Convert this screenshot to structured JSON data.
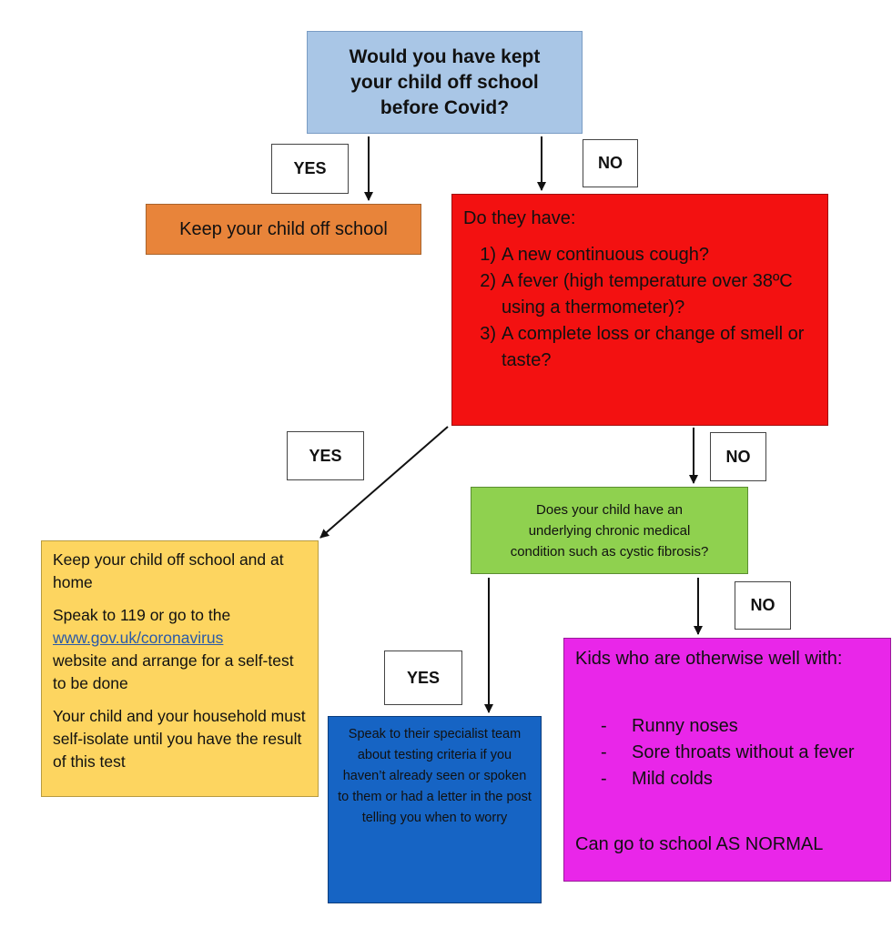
{
  "start": {
    "lines": [
      "Would you have kept",
      "your child off school",
      "before Covid?"
    ]
  },
  "keep_off": {
    "text": "Keep your child off school"
  },
  "symptoms": {
    "intro": "Do they have:",
    "items": [
      {
        "num": "1)",
        "text": "A new continuous cough?"
      },
      {
        "num": "2)",
        "text": "A fever (high temperature over 38ºC using a thermometer)?"
      },
      {
        "num": "3)",
        "text": "A complete loss or change of smell or taste?"
      }
    ]
  },
  "isolate": {
    "p1": "Keep your child off school and at home",
    "p2_pre": "Speak to 119 or go to the",
    "p2_link": "www.gov.uk/coronavirus",
    "p2_post": "website and arrange for a self-test to be done",
    "p3": "Your child and your household must self-isolate until you have the result of this test"
  },
  "chronic": {
    "lines": [
      "Does your child have an",
      "underlying chronic medical",
      "condition such as cystic fibrosis?"
    ]
  },
  "specialist": {
    "text": "Speak to their specialist team about testing criteria if you haven’t already seen or spoken to them or had a letter in the post telling you when to worry"
  },
  "normal": {
    "intro": "Kids who are otherwise well with:",
    "items": [
      "Runny noses",
      "Sore throats without a fever",
      "Mild colds"
    ],
    "dash": "-",
    "outro": "Can go to school AS NORMAL"
  },
  "labels": {
    "yes_1": "YES",
    "no_1": "NO",
    "yes_2": "YES",
    "no_2": "NO",
    "yes_3": "YES",
    "no_3": "NO"
  },
  "colors": {
    "start": "#a9c6e6",
    "keep_off": "#e8843a",
    "symptoms": "#f31111",
    "isolate": "#fdd560",
    "chronic": "#8fd14f",
    "specialist": "#1664c4",
    "normal": "#e926e9"
  }
}
